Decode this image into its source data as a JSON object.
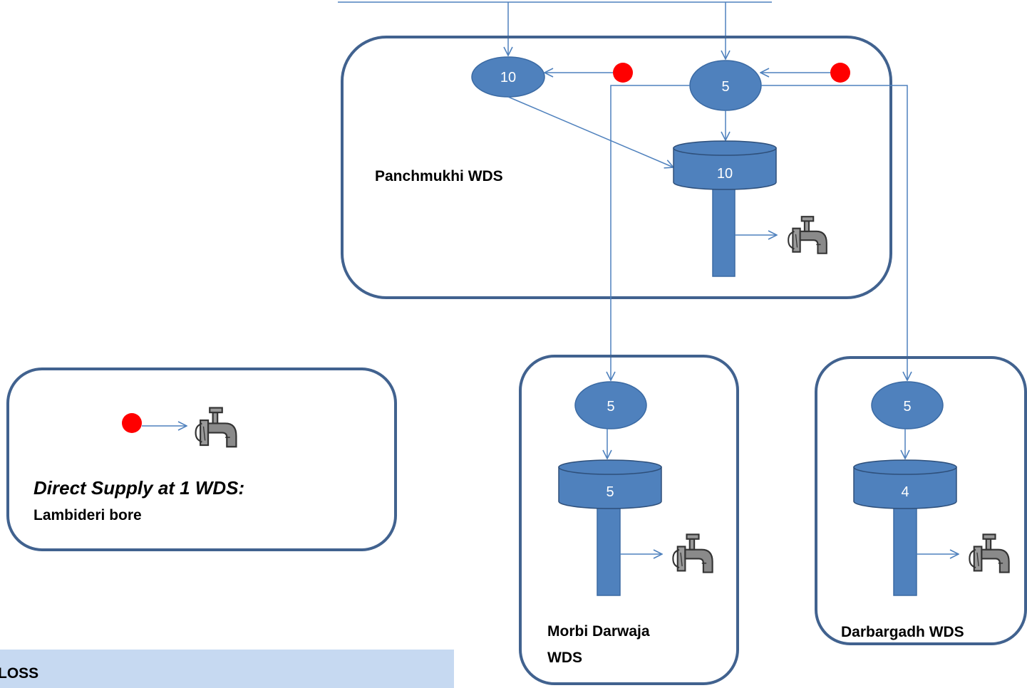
{
  "colors": {
    "box_stroke": "#41628f",
    "node_fill": "#4f81bd",
    "arrow": "#4f81bd",
    "source_dot": "#ff0000",
    "banner_fill": "#c6d9f1",
    "faucet": "#7f7f7f"
  },
  "panchmukhi": {
    "name": "Panchmukhi WDS",
    "source_left_value": "10",
    "source_right_value": "5",
    "tank_value": "10"
  },
  "morbi": {
    "name_line1": "Morbi  Darwaja",
    "name_line2": "WDS",
    "source_value": "5",
    "tank_value": "5"
  },
  "darbargadh": {
    "name": "Darbargadh WDS",
    "source_value": "5",
    "tank_value": "4"
  },
  "direct_supply": {
    "title": "Direct Supply at 1 WDS:",
    "subtitle": "Lambideri bore"
  },
  "banner": {
    "text": "LOSS"
  },
  "icons": [
    "faucet-icon",
    "source-dot",
    "water-tank",
    "source-node"
  ]
}
